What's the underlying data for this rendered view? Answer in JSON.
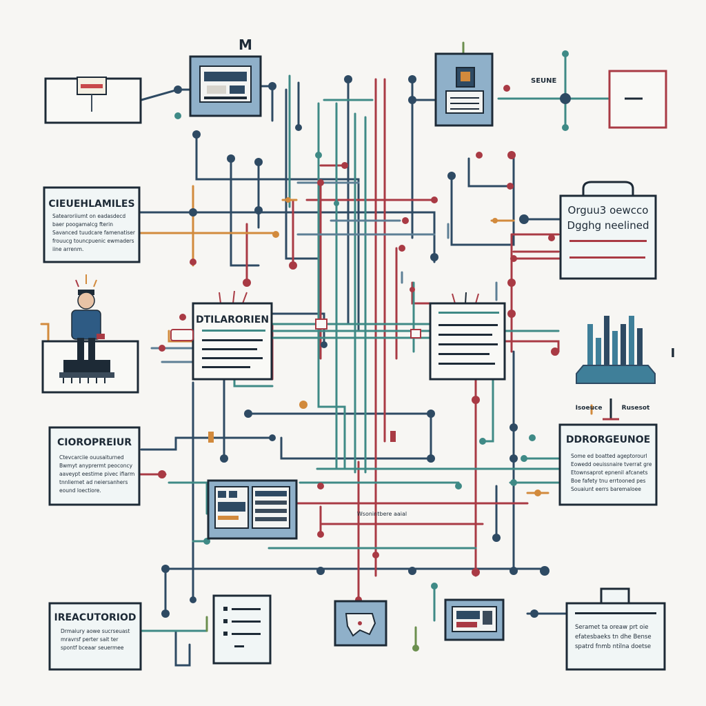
{
  "colors": {
    "background": "#f7f6f3",
    "navy": "#2e4a63",
    "red": "#a93a44",
    "teal": "#3f8a86",
    "steel": "#5d7f95",
    "orange": "#d28a3c",
    "olive": "#6b8f4e",
    "panel_fill": "#8fb0c9",
    "box_fill": "#f1f6f6",
    "ink": "#1d2a36"
  },
  "labels": {
    "top_m": "M",
    "top_right_small": "SEUNE",
    "top_left_card_title": "CIEUEHLAMILES",
    "top_left_card_lines": [
      "Satearoriiumt on eadasdecd",
      "baer poogamalcg fterin",
      "Savanced tuudcare famenatiser",
      "frouucg touncpuenic ewmaders",
      "iine arrenm."
    ],
    "right_top_card_title": "Orguu3 oewcco",
    "right_top_card_line": "Dgghg neelined",
    "center_left_card_title": "DTILARORIEN",
    "bottom_left_card_title": "CIOROPREIUR",
    "bottom_left_card_lines": [
      "Ctevcarciie ouusaiturned",
      "Bwmyt anyprermt peoconcy",
      "aaveypt eestime pivec ifiarm",
      "tnnliernet ad neiersanhers",
      "eound loectiore."
    ],
    "right_bottom_card_title": "DDRORGEUNOE",
    "right_bottom_card_lines": [
      "Some ed boatted ageptorourl",
      "Eowedd oeuissnaire tverrat gre",
      "Etownsaprot epnenil afcanets",
      "Boe fafety tnu errtooned pes",
      "Souaiunt eerrs baremaloee"
    ],
    "chart_captions": [
      "Isoeuce",
      "Rusesot"
    ],
    "chart_side_mark": "I",
    "center_small_label": "Wsonintbere aaial",
    "bottom_left2_card_title": "IREACUTORIOD",
    "bottom_left2_card_lines": [
      "Drmaiury aowe sucrseuast",
      "mravrsf perter sait ter",
      "spontf bceaar seuermee"
    ],
    "bottom_right_card_lines": [
      "Seramet ta oreaw prt oie",
      "efatesbaeks tn dhe Bense",
      "spatrd fnmb ntilna doetse"
    ]
  }
}
